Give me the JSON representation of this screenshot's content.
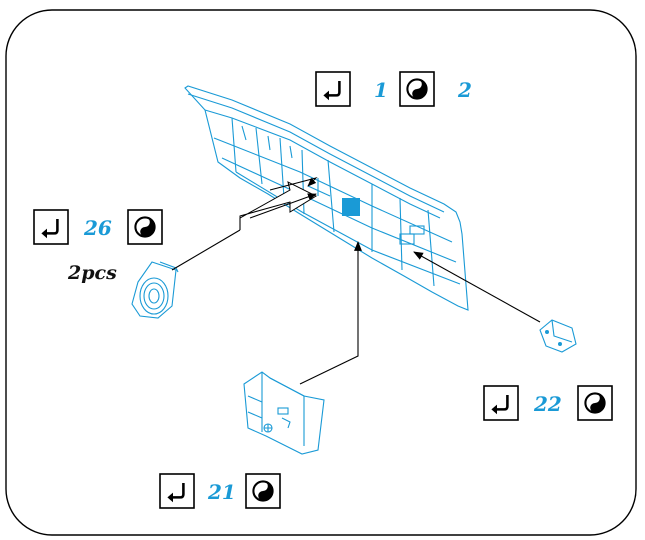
{
  "callouts": {
    "top": {
      "fold_icon": "fold-arrow-icon",
      "step_a": "1",
      "glue_icon": "cyanoacrylate-glue-icon",
      "step_b": "2"
    },
    "left": {
      "fold_icon": "fold-arrow-icon",
      "step_a": "26",
      "glue_icon": "cyanoacrylate-glue-icon",
      "quantity": "2pcs"
    },
    "right": {
      "fold_icon": "fold-arrow-icon",
      "step_a": "22",
      "glue_icon": "cyanoacrylate-glue-icon"
    },
    "bottom": {
      "fold_icon": "fold-arrow-icon",
      "step_a": "21",
      "glue_icon": "cyanoacrylate-glue-icon"
    }
  },
  "colors": {
    "part": "#1a9ad6",
    "outline": "#000000",
    "background": "#ffffff"
  }
}
